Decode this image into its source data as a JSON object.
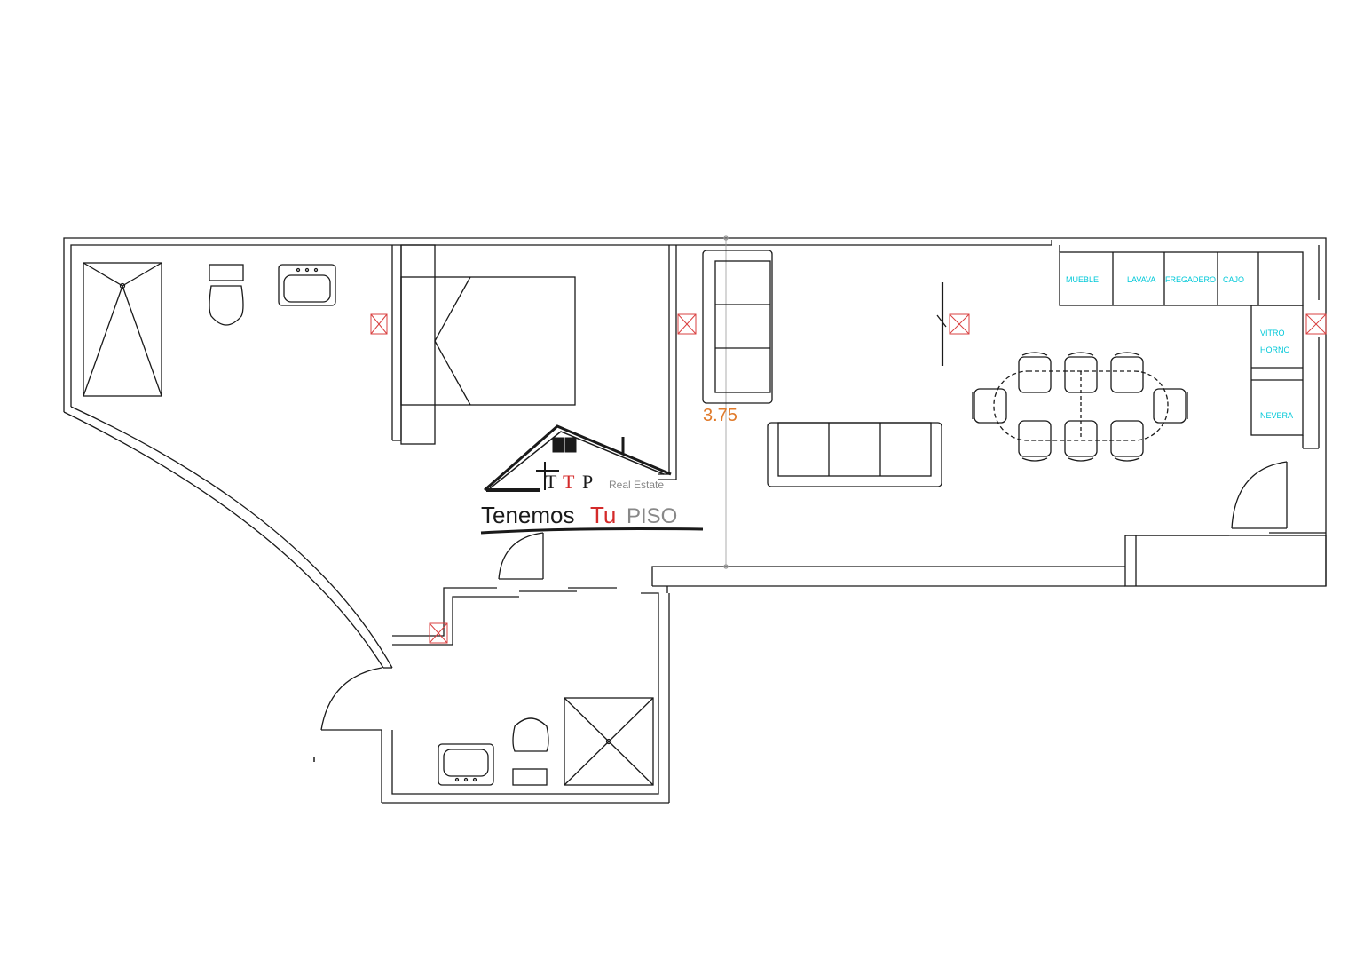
{
  "plan": {
    "dimension_text": "3.75",
    "kitchen_labels": {
      "mueble": "MUEBLE",
      "lavava": "LAVAVA",
      "fregadero": "FREGADERO",
      "cajo": "CAJO",
      "vitro": "VITRO",
      "horno": "HORNO",
      "nevera": "NEVERA"
    }
  },
  "logo": {
    "initials": "TTP",
    "tagline": "Real Estate",
    "word_1": "Tenemos",
    "word_2": "Tu",
    "word_3": "PISO"
  },
  "colors": {
    "line": "#1a1a1a",
    "kitchen_text": "#00c8d8",
    "dimension_text": "#e07a2a",
    "marker": "#d94040",
    "logo_accent": "#d42a2a"
  },
  "icons": [
    "electrical-box-icon",
    "house-roof-icon"
  ]
}
